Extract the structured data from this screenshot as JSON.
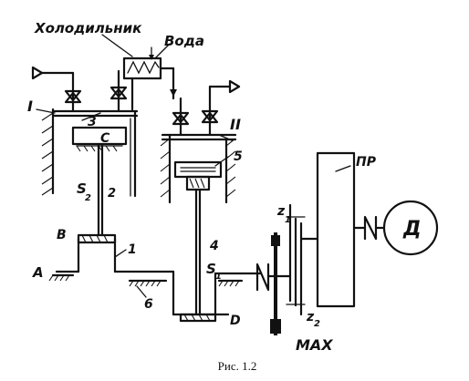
{
  "diagram": {
    "labels": {
      "cooler": "Холодильник",
      "water": "Вода",
      "cyl_1": "I",
      "cyl_2": "II",
      "part_3": "3",
      "piston_c": "C",
      "part_5": "5",
      "s2": "S",
      "s2_sub": "2",
      "s2_num": "2",
      "point_b": "B",
      "point_a": "A",
      "part_1": "1",
      "part_6": "6",
      "part_4": "4",
      "s1": "S",
      "s1_sub": "1",
      "point_d": "D",
      "gear_z1": "z",
      "gear_z1_sub": "1",
      "gear_z2": "z",
      "gear_z2_sub": "2",
      "gearbox": "ПР",
      "motor": "Д",
      "max": "MAX"
    },
    "caption": "Рис. 1.2"
  }
}
